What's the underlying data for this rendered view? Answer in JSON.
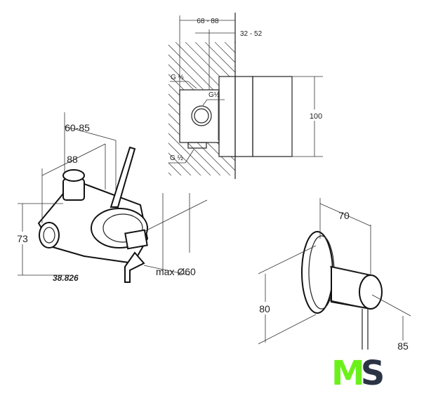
{
  "top_view": {
    "dim_depth": "68 - 88",
    "dim_wall": "32 - 52",
    "thread_top": "G ½",
    "thread_mid": "G½",
    "thread_bottom": "G ½",
    "dim_height": "100"
  },
  "left_view": {
    "dim_60_85": "60-85",
    "dim_88": "88",
    "dim_73": "73",
    "model_number": "38.826",
    "max_diameter": "max Ø60"
  },
  "right_view": {
    "dim_70": "70",
    "dim_80": "80",
    "dim_85": "85"
  },
  "logo": {
    "text_m": "M",
    "text_s": "S",
    "color_m": "#6cf01c",
    "color_s": "#2b3445"
  }
}
